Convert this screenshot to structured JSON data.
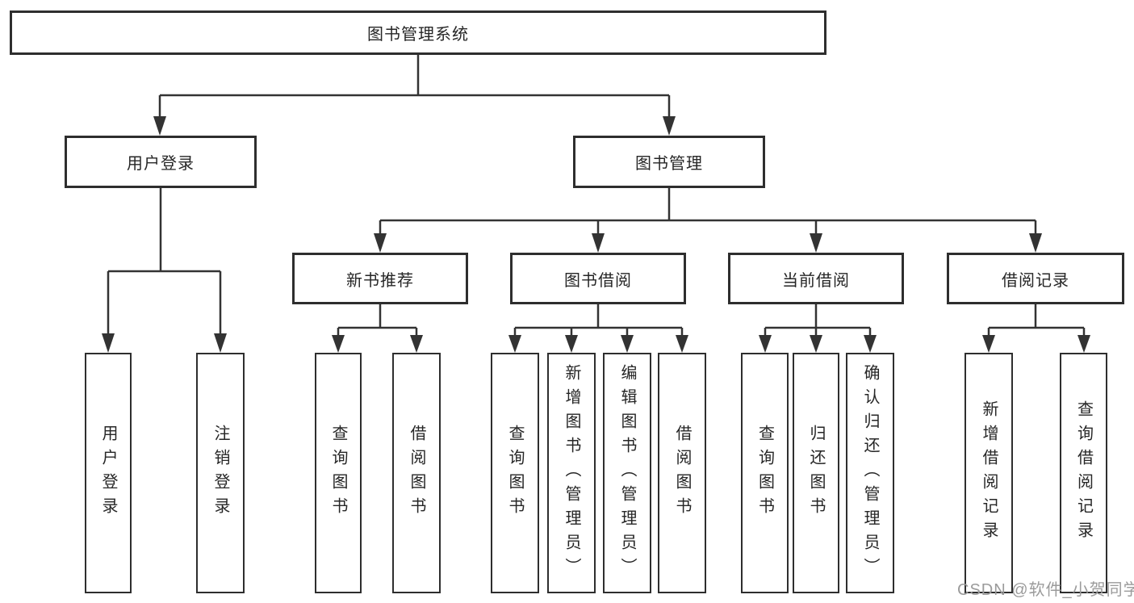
{
  "root": {
    "label": "图书管理系统"
  },
  "level2": [
    {
      "label": "用户登录"
    },
    {
      "label": "图书管理"
    }
  ],
  "level3": [
    {
      "label": "新书推荐",
      "parent": "图书管理"
    },
    {
      "label": "图书借阅",
      "parent": "图书管理"
    },
    {
      "label": "当前借阅",
      "parent": "图书管理"
    },
    {
      "label": "借阅记录",
      "parent": "图书管理"
    }
  ],
  "leaves": [
    {
      "label": "用户登录",
      "parent": "用户登录"
    },
    {
      "label": "注销登录",
      "parent": "用户登录"
    },
    {
      "label": "查询图书",
      "parent": "新书推荐"
    },
    {
      "label": "借阅图书",
      "parent": "新书推荐"
    },
    {
      "label": "查询图书",
      "parent": "图书借阅"
    },
    {
      "label": "新增图书（管理员）",
      "parent": "图书借阅"
    },
    {
      "label": "编辑图书（管理员）",
      "parent": "图书借阅"
    },
    {
      "label": "借阅图书",
      "parent": "图书借阅"
    },
    {
      "label": "查询图书",
      "parent": "当前借阅"
    },
    {
      "label": "归还图书",
      "parent": "当前借阅"
    },
    {
      "label": "确认归还（管理员）",
      "parent": "当前借阅"
    },
    {
      "label": "新增借阅记录",
      "parent": "借阅记录"
    },
    {
      "label": "查询借阅记录",
      "parent": "借阅记录"
    }
  ],
  "watermark": {
    "text": "CSDN @软件_小贺同学"
  },
  "colors": {
    "line": "#333333",
    "box_border": "#2e2e2e",
    "text": "#262626",
    "watermark": "#9b9b9b",
    "background": "#ffffff"
  }
}
